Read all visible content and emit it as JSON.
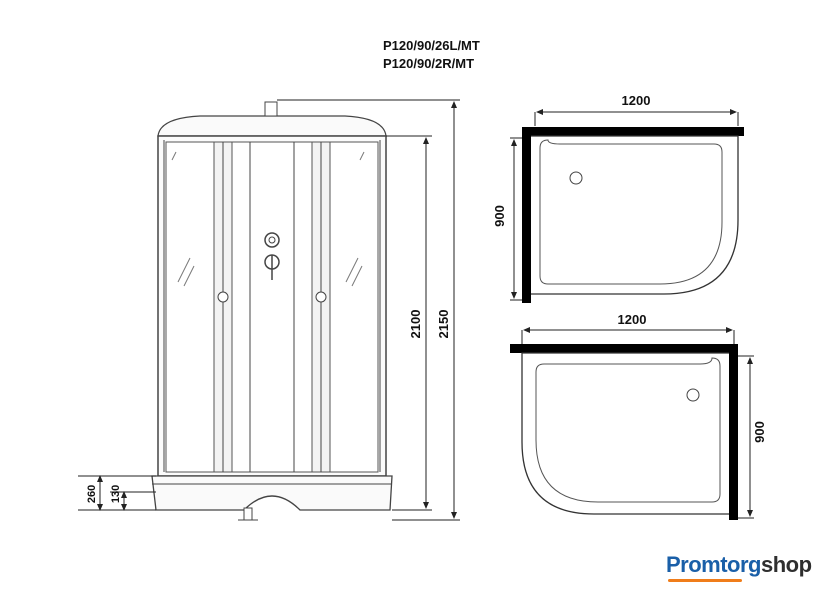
{
  "models": [
    "P120/90/26L/MT",
    "P120/90/2R/MT"
  ],
  "front_view": {
    "dim_total_height": "2100",
    "dim_overall_height": "2150",
    "dim_base_height": "260",
    "dim_tray_height": "130"
  },
  "plan_left": {
    "width": "1200",
    "depth": "900"
  },
  "plan_right": {
    "width": "1200",
    "depth": "900"
  },
  "brand": {
    "part1": "Promtorg",
    "part2": "shop",
    "accent": "#f07d1a",
    "primary": "#1a5fa8"
  }
}
